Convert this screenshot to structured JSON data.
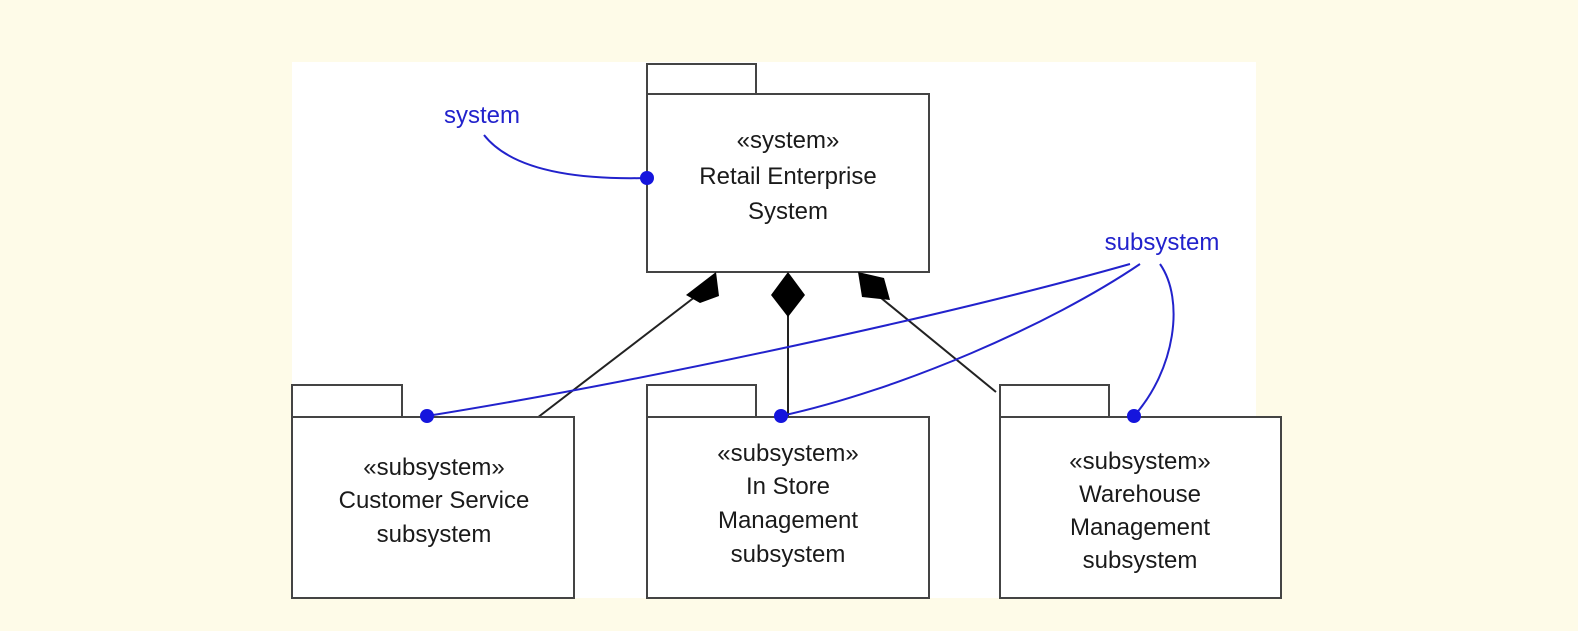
{
  "colors": {
    "page_background": "#fefbe8",
    "diagram_background": "#ffffff",
    "outline": "#444444",
    "callout": "#2222cc"
  },
  "system_package": {
    "stereotype": "«system»",
    "name_line1": "Retail Enterprise",
    "name_line2": "System"
  },
  "subsystems": [
    {
      "stereotype": "«subsystem»",
      "lines": [
        "Customer Service",
        "subsystem"
      ]
    },
    {
      "stereotype": "«subsystem»",
      "lines": [
        "In Store",
        "Management",
        "subsystem"
      ]
    },
    {
      "stereotype": "«subsystem»",
      "lines": [
        "Warehouse",
        "Management",
        "subsystem"
      ]
    }
  ],
  "callouts": {
    "system_label": "system",
    "subsystem_label": "subsystem"
  },
  "relationship": "composition"
}
